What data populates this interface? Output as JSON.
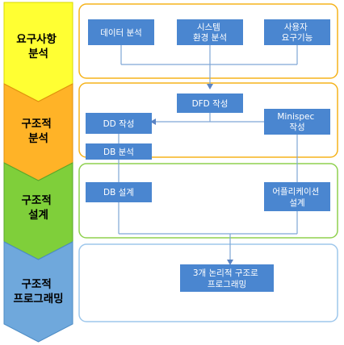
{
  "phases": [
    {
      "id": "requirements",
      "label_lines": [
        "요구사항",
        "분석"
      ],
      "color": "#ffff33",
      "stroke": "#d9d900",
      "frame": "#f5b31c"
    },
    {
      "id": "structured-analysis",
      "label_lines": [
        "구조적",
        "분석"
      ],
      "color": "#ffb327",
      "stroke": "#e0900c",
      "frame": "#f5b31c"
    },
    {
      "id": "structured-design",
      "label_lines": [
        "구조적",
        "설계"
      ],
      "color": "#7fcf3a",
      "stroke": "#5aa82a",
      "frame": "#8fd14f"
    },
    {
      "id": "structured-programming",
      "label_lines": [
        "구조적",
        "프로그래밍"
      ],
      "color": "#6fa8dc",
      "stroke": "#4d8cc4",
      "frame": "#9ec7ec"
    }
  ],
  "boxes": {
    "data_analysis": {
      "lines": [
        "데이터 분석"
      ]
    },
    "system_env_analysis": {
      "lines": [
        "시스템",
        "환경 분석"
      ]
    },
    "user_requirements": {
      "lines": [
        "사용자",
        "요구기능"
      ]
    },
    "dfd": {
      "lines": [
        "DFD 작성"
      ]
    },
    "dd": {
      "lines": [
        "DD 작성"
      ]
    },
    "minispec": {
      "lines": [
        "Minispec",
        "작성"
      ]
    },
    "db_analysis": {
      "lines": [
        "DB 분석"
      ]
    },
    "db_design": {
      "lines": [
        "DB 설계"
      ]
    },
    "app_design": {
      "lines": [
        "어플리케이션",
        "설계"
      ]
    },
    "programming": {
      "lines": [
        "3개 논리적 구조로",
        "프로그래밍"
      ]
    }
  },
  "colors": {
    "box_fill": "#4a86d0",
    "connector": "#7fa6d6",
    "arrow": "#5b84c4"
  }
}
